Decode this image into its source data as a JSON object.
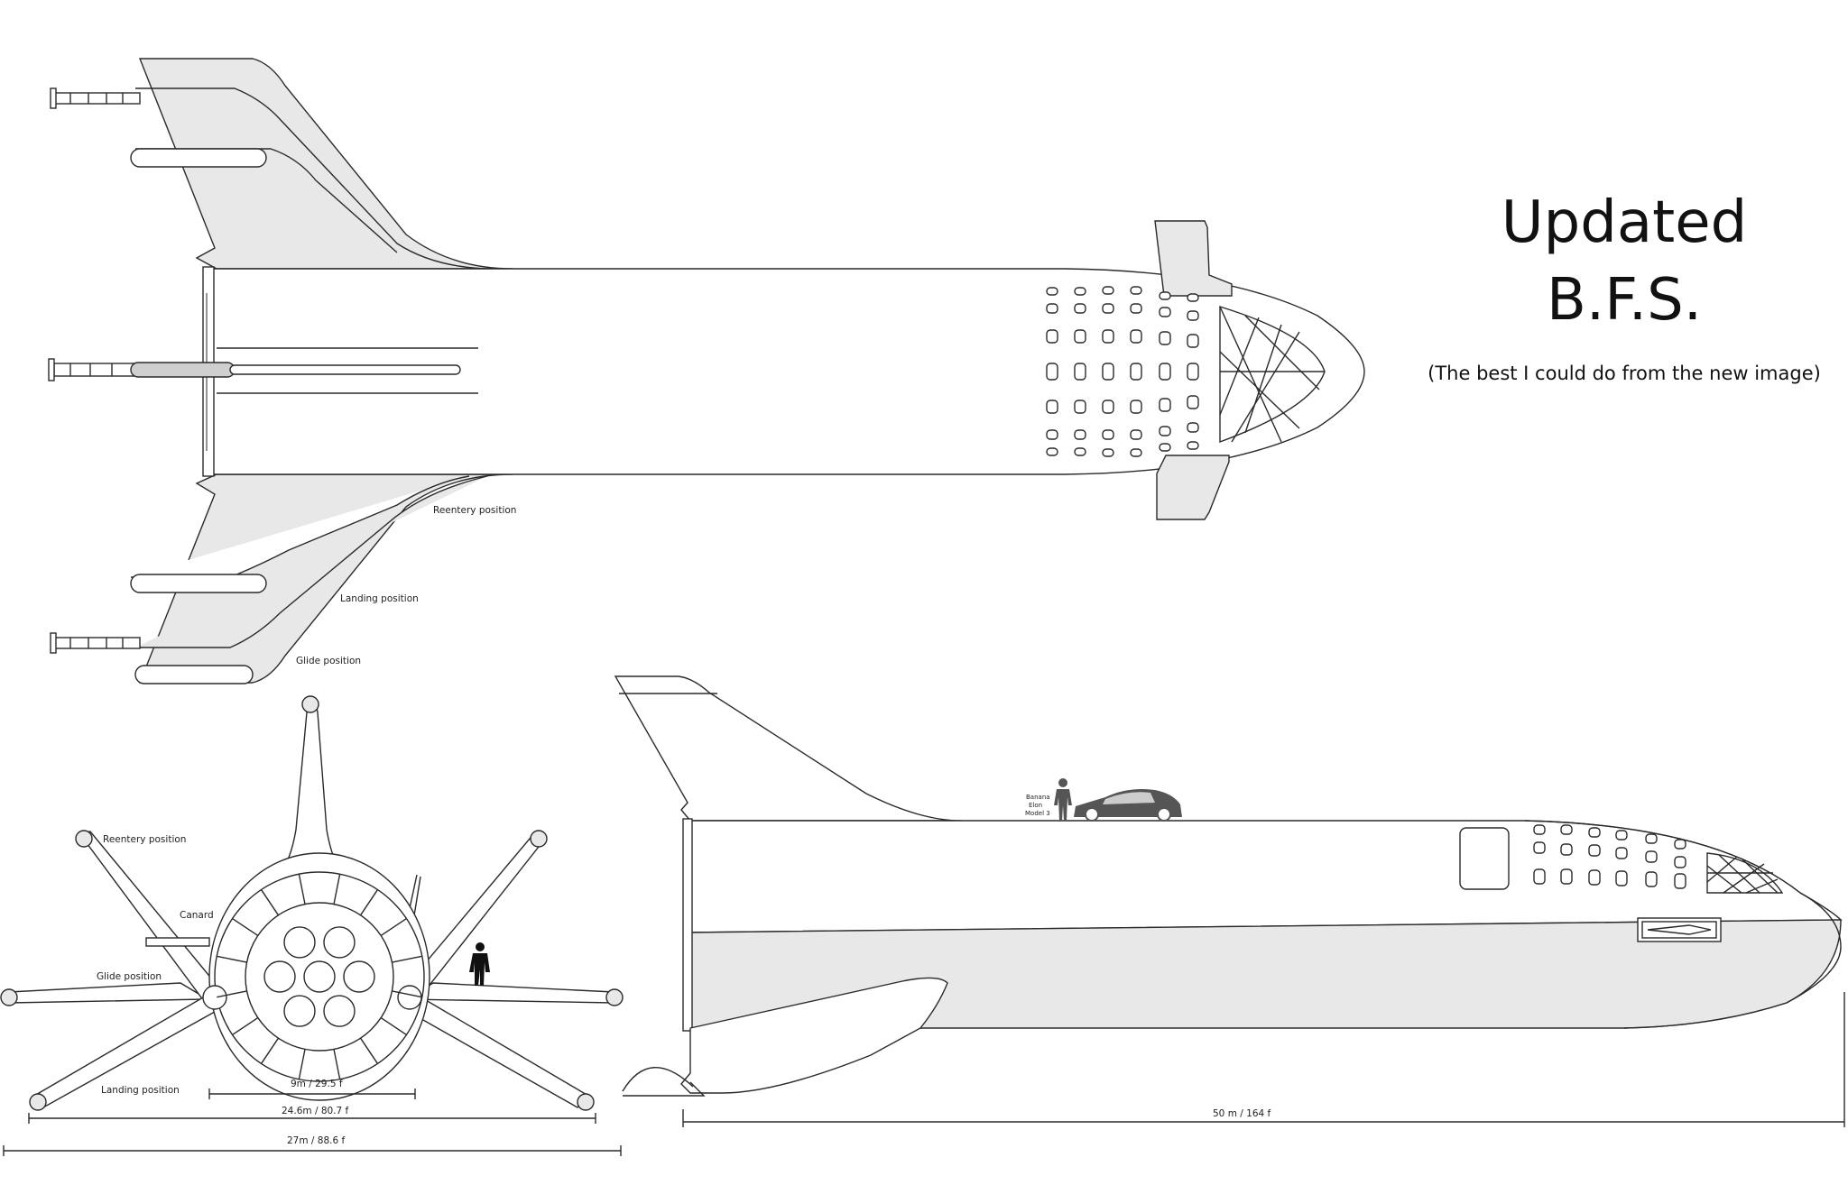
{
  "header": {
    "title_line1": "Updated",
    "title_line2": "B.F.S.",
    "subtitle": "(The best I could do from the new image)"
  },
  "top_view": {
    "labels": {
      "reentry": "Reentery  position",
      "landing": "Landing position",
      "glide": "Glide position"
    }
  },
  "front_view": {
    "labels": {
      "reentry": "Reentery  position",
      "canard": "Canard",
      "glide": "Glide position",
      "landing": "Landing position"
    },
    "dimensions": {
      "body_diameter": "9m / 29.5 f",
      "leg_span": "24.6m / 80.7 f",
      "full_span": "27m / 88.6 f"
    }
  },
  "side_view": {
    "scale_figure_labels": [
      "Banana",
      "Elon",
      "Model 3"
    ],
    "dimensions": {
      "length": "50 m / 164 f"
    }
  },
  "colors": {
    "outline": "#2a2a2a",
    "fill_light": "#e8e8e8",
    "fill_white": "#ffffff",
    "silhouette": "#111111"
  }
}
